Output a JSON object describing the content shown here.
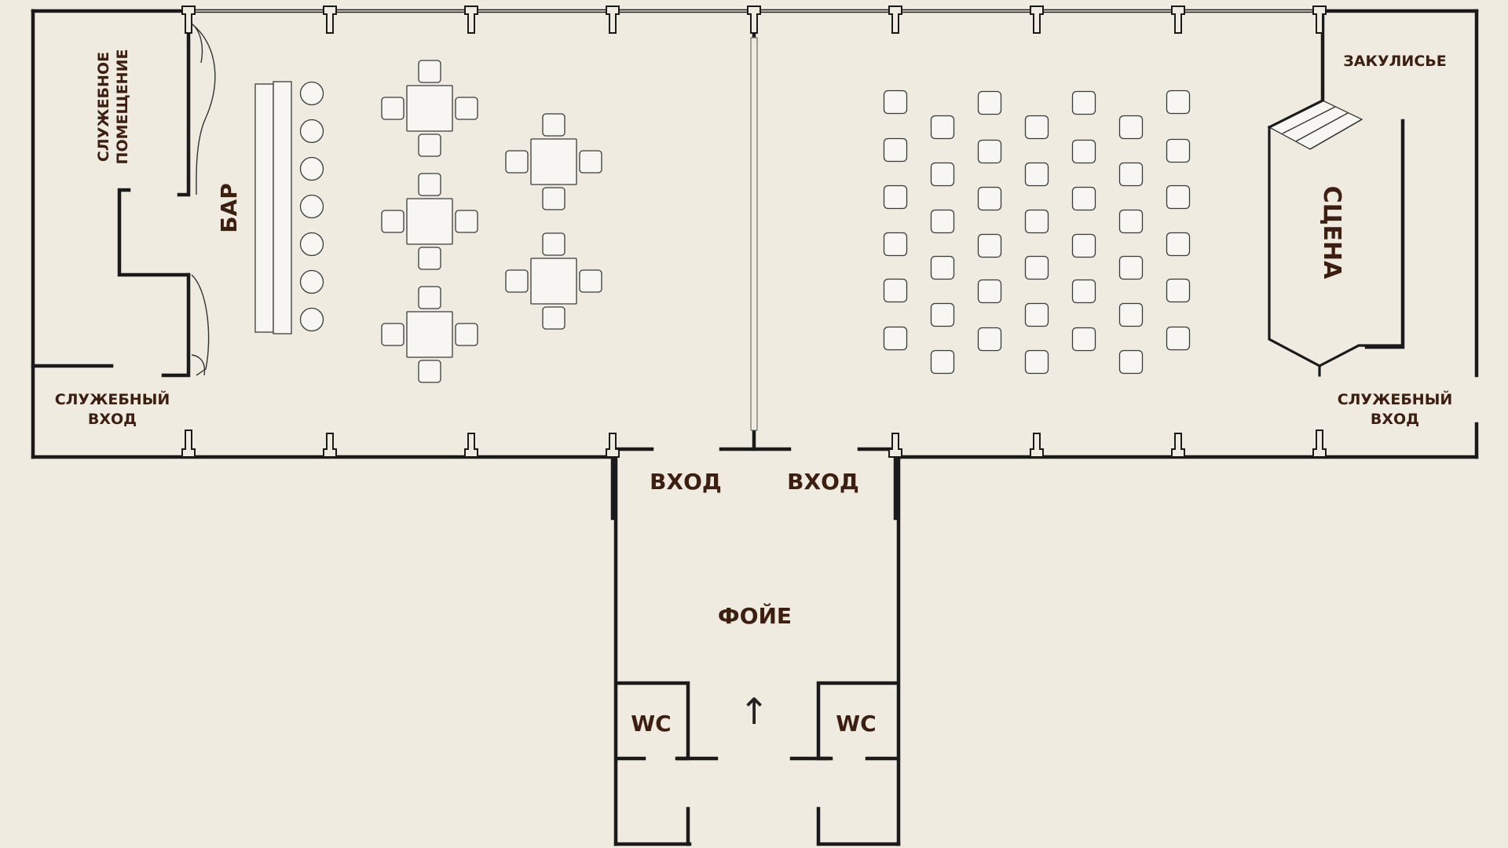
{
  "labels": {
    "service_room_line1": "СЛУЖЕБНОЕ",
    "service_room_line2": "ПОМЕЩЕНИЕ",
    "bar": "БАР",
    "service_entrance_left_line1": "СЛУЖЕБНЫЙ",
    "service_entrance_left_line2": "ВХОД",
    "backstage": "ЗАКУЛИСЬЕ",
    "stage": "СЦЕНА",
    "service_entrance_right_line1": "СЛУЖЕБНЫЙ",
    "service_entrance_right_line2": "ВХОД",
    "entrance_left": "ВХОД",
    "entrance_right": "ВХОД",
    "foyer": "ФОЙЕ",
    "wc_left": "WC",
    "wc_right": "WC",
    "arrow": "↑"
  },
  "colors": {
    "background": "#efebe1",
    "wall": "#1a1a1a",
    "label": "#3d1f12",
    "furniture": "#f7f6f3"
  }
}
